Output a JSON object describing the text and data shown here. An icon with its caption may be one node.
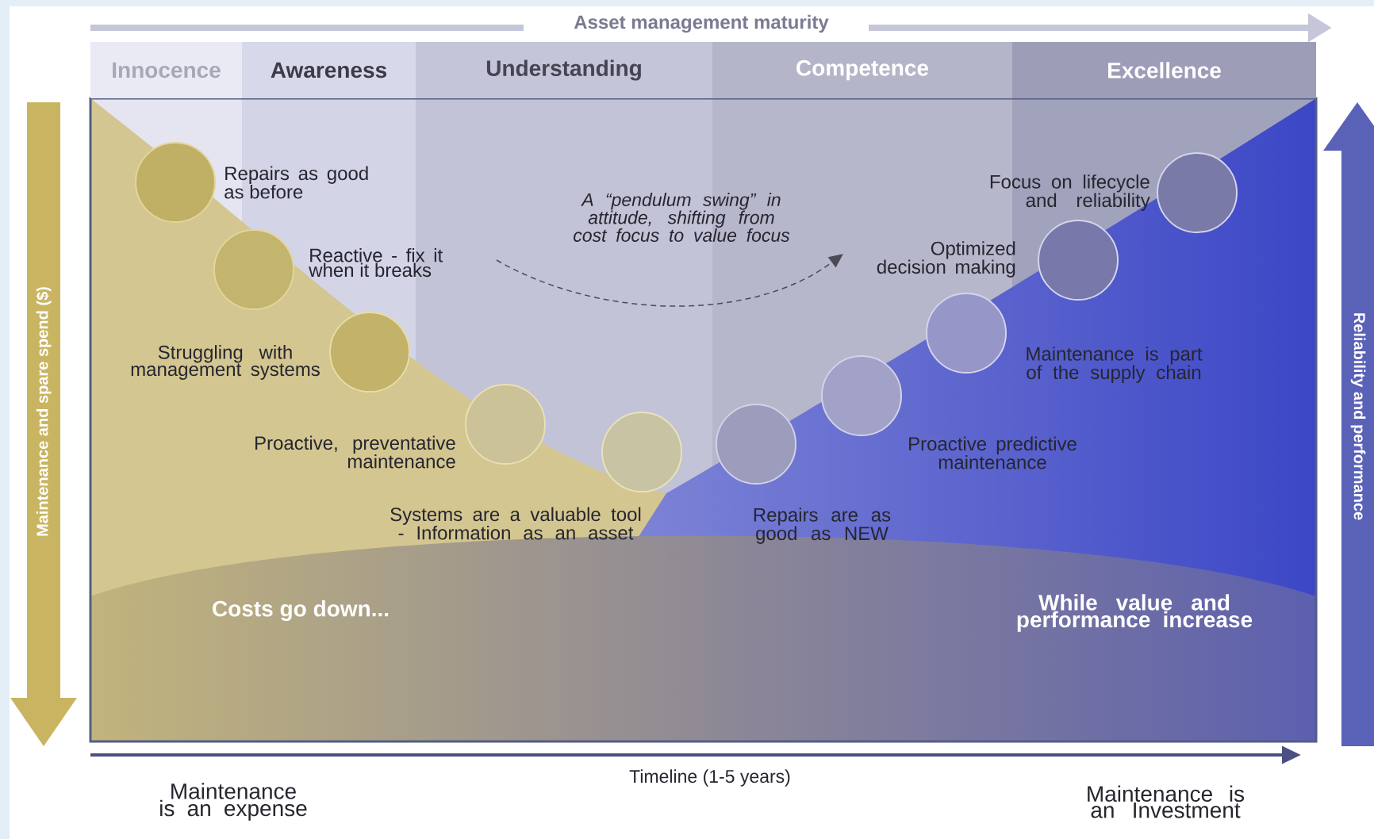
{
  "diagram": {
    "nodes": [
      {
        "text": [
          "Innocence"
        ]
      },
      {
        "text": [
          "Awareness"
        ]
      },
      {
        "text": [
          "Understanding"
        ]
      },
      {
        "text": [
          "Competence"
        ]
      },
      {
        "text": [
          "Excellence"
        ]
      },
      {
        "text": [],
        "shape": "circle",
        "beside": [
          "Repairs as good as before"
        ]
      },
      {
        "text": [],
        "shape": "circle",
        "beside": [
          "Reactive - fix it when it breaks"
        ]
      },
      {
        "text": [],
        "shape": "circle",
        "beside": [
          "Struggling with management systems"
        ]
      },
      {
        "text": [],
        "shape": "circle",
        "beside": [
          "Proactive, preventative maintenance"
        ]
      },
      {
        "text": [],
        "shape": "circle",
        "beside": [
          "Systems are a valuable tool - Information as an asset"
        ]
      },
      {
        "text": [],
        "shape": "circle",
        "beside": [
          "Repairs are as good as NEW"
        ]
      },
      {
        "text": [],
        "shape": "circle",
        "beside": [
          "Proactive predictive maintenance"
        ]
      },
      {
        "text": [],
        "shape": "circle",
        "beside": [
          "Maintenance is part of the supply chain"
        ]
      },
      {
        "text": [],
        "shape": "circle",
        "beside": [
          "Optimized decision making"
        ]
      },
      {
        "text": [],
        "shape": "circle",
        "beside": [
          "Focus on lifecycle and reliability"
        ]
      }
    ],
    "labels": [
      "Asset management maturity",
      "Maintenance and spare spend ($)",
      "A “pendulum swing” in attitude, shifting from cost focus to value focus",
      "Reliability and performance",
      "Costs go down...",
      "While value and performance increase",
      "Timeline (1-5 years)",
      "Maintenance is an expense",
      "Maintenance is an Investment"
    ]
  }
}
